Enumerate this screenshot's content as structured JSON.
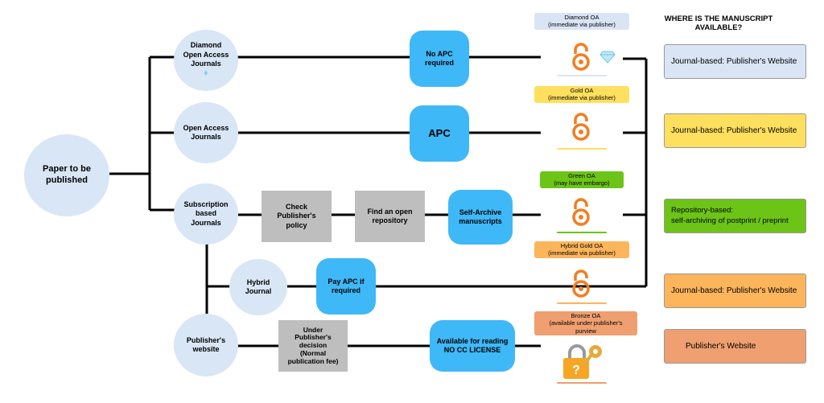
{
  "heading": {
    "line1": "WHERE IS THE MANUSCRIPT",
    "line2": "AVAILABLE?"
  },
  "root": {
    "line1": "Paper to be",
    "line2": "published"
  },
  "journals": {
    "diamond": {
      "line1": "Diamond",
      "line2": "Open Access",
      "line3": "Journals"
    },
    "oa": {
      "line1": "Open Access",
      "line2": "Journals"
    },
    "subscription": {
      "line1": "Subscription",
      "line2": "based",
      "line3": "Journals"
    },
    "hybrid": {
      "line1": "Hybrid",
      "line2": "Journal"
    },
    "publisher": {
      "line1": "Publisher's",
      "line2": "website"
    }
  },
  "steps": {
    "no_apc": {
      "line1": "No APC",
      "line2": "required"
    },
    "apc": "APC",
    "check_policy": {
      "line1": "Check",
      "line2": "Publisher's",
      "line3": "policy"
    },
    "find_repo": {
      "line1": "Find an open",
      "line2": "repository"
    },
    "self_archive": {
      "line1": "Self-Archive",
      "line2": "manuscripts"
    },
    "pay_apc": {
      "line1": "Pay APC if",
      "line2": "required"
    },
    "under_decision": {
      "line1": "Under",
      "line2": "Publisher's",
      "line3": "decision",
      "line4": "(Normal",
      "line5": "publication fee)"
    },
    "available_reading": {
      "line1": "Available for reading",
      "line2": "NO CC LICENSE"
    }
  },
  "oa_types": {
    "diamond": {
      "line1": "Diamond OA",
      "line2": "(immediate via publisher)"
    },
    "gold": {
      "line1": "Gold OA",
      "line2": "(immediate via publisher)"
    },
    "green": {
      "line1": "Green OA",
      "line2": "(may have embargo)"
    },
    "hybrid": {
      "line1": "Hybrid Gold OA",
      "line2": "(immediate via publisher)"
    },
    "bronze": {
      "line1": "Bronze OA",
      "line2": "(available under publisher's",
      "line3": "purview"
    }
  },
  "availability": {
    "diamond": "Journal-based: Publisher's Website",
    "gold": "Journal-based: Publisher's Website",
    "green_line1": "Repository-based:",
    "green_line2": "self-archiving of postprint / preprint",
    "hybrid": "Journal-based: Publisher's Website",
    "bronze": "Publisher's Website"
  },
  "colors": {
    "circle": "#d8e6f6",
    "blue_step": "#3fb8f7",
    "gray_step": "#bebebe",
    "oa_orange": "#f37d20",
    "diamond_box": "#d9e5f5",
    "gold_box": "#ffdf5e",
    "green_box": "#6cc417",
    "hybrid_box": "#fdb55c",
    "bronze_box": "#ef9f70"
  }
}
